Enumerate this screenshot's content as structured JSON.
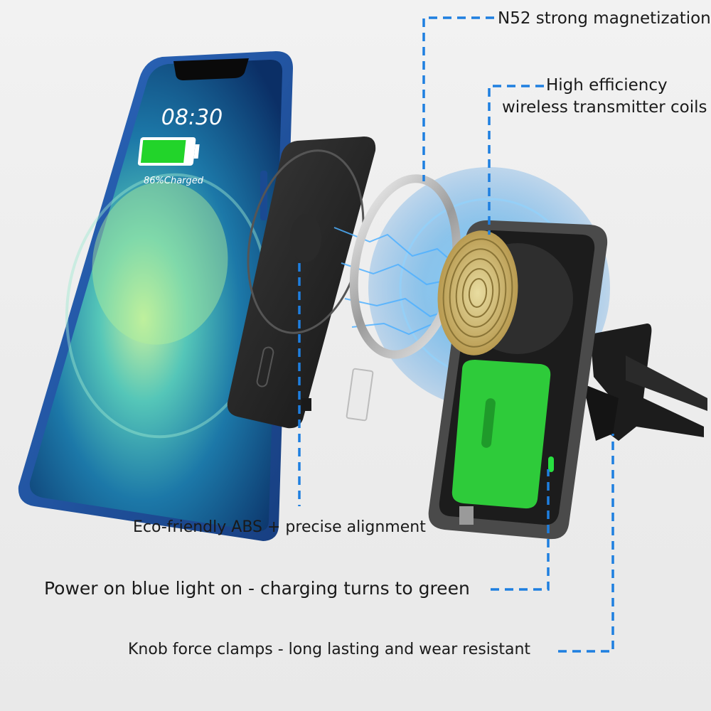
{
  "phone": {
    "time": "08:30",
    "charge_text": "86%Charged",
    "battery_level": 0.86
  },
  "callouts": {
    "magnetization": "N52 strong magnetization",
    "coils_line1": "High efficiency",
    "coils_line2": "wireless transmitter coils",
    "abs": "Eco-friendly ABS + precise alignment",
    "power_light": "Power on blue light on - charging turns to green",
    "clamps": "Knob force clamps - long lasting and wear resistant"
  },
  "colors": {
    "phone_frame": "#1f4f9a",
    "screen_glow": "#2aa8c8",
    "battery_fill": "#22d42a",
    "callout_line": "#1e7fe0",
    "coil_gold": "#c9b26a",
    "pcb_green": "#2ecb3a",
    "pad_black": "#222222"
  }
}
